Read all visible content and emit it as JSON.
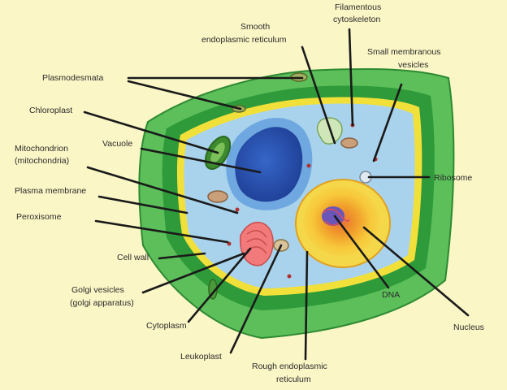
{
  "diagram": {
    "labels": {
      "plasmodesmata": "Plasmodesmata",
      "chloroplast": "Chloroplast",
      "vacuole": "Vacuole",
      "mitochondrion_1": "Mitochondrion",
      "mitochondrion_2": "(mitochondria)",
      "plasma_membrane": "Plasma membrane",
      "peroxisome": "Peroxisome",
      "cell_wall": "Cell wall",
      "golgi_1": "Golgi vesicles",
      "golgi_2": "(golgi apparatus)",
      "cytoplasm": "Cytoplasm",
      "leukoplast": "Leukoplast",
      "rough_er_1": "Rough endoplasmic",
      "rough_er_2": "reticulum",
      "smooth_er_1": "Smooth",
      "smooth_er_2": "endoplasmic reticulum",
      "filamentous_1": "Filamentous",
      "filamentous_2": "cytoskeleton",
      "vesicles_1": "Small membranous",
      "vesicles_2": "vesicles",
      "ribosome": "Ribosome",
      "dna": "DNA",
      "nucleus": "Nucleus"
    },
    "colors": {
      "background": "#fbf6c6",
      "cell_wall_outer": "#5cbf5a",
      "cell_wall_inner": "#2f9a3a",
      "membrane": "#f2e03a",
      "cytoplasm": "#a9d3ec",
      "vacuole": "#2f57b8",
      "nucleus": "#f5c22a"
    }
  }
}
